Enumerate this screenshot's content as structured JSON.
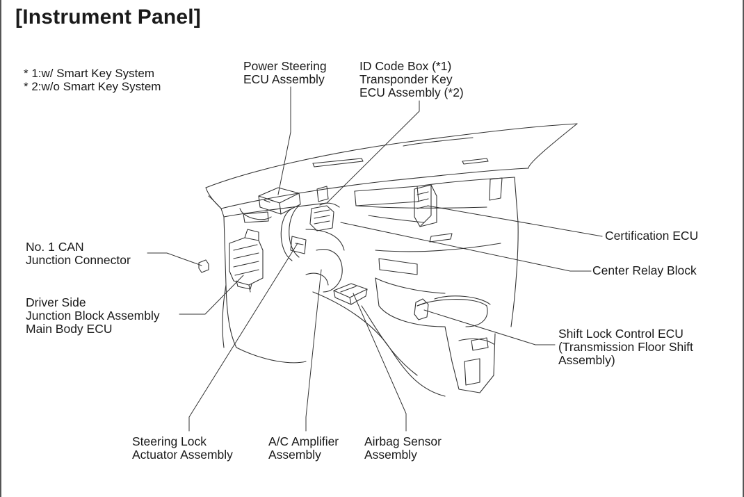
{
  "title": "[Instrument Panel]",
  "notes": [
    "* 1:w/ Smart Key System",
    "* 2:w/o Smart Key System"
  ],
  "labels": {
    "power_steering": [
      "Power Steering",
      "ECU Assembly"
    ],
    "id_code_box": [
      "ID Code Box (*1)",
      "Transponder Key",
      "ECU Assembly (*2)"
    ],
    "no1_can": [
      "No. 1 CAN",
      "Junction Connector"
    ],
    "driver_side": [
      "Driver Side",
      "Junction Block Assembly",
      "Main Body ECU"
    ],
    "certification_ecu": [
      "Certification ECU"
    ],
    "center_relay": [
      "Center Relay Block"
    ],
    "shift_lock": [
      "Shift Lock Control ECU",
      "(Transmission Floor Shift",
      "Assembly)"
    ],
    "steering_lock": [
      "Steering Lock",
      "Actuator Assembly"
    ],
    "ac_amplifier": [
      "A/C Amplifier",
      "Assembly"
    ],
    "airbag_sensor": [
      "Airbag Sensor",
      "Assembly"
    ]
  },
  "colors": {
    "line": "#333333",
    "text": "#1a1a1a"
  },
  "icons": {
    "illustration": "instrument-panel-line-drawing"
  }
}
